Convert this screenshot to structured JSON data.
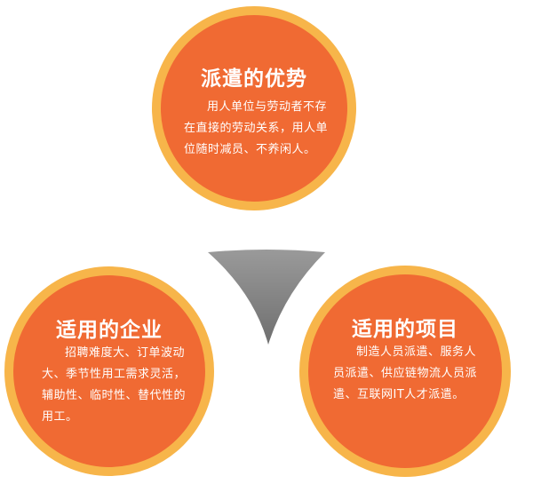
{
  "colors": {
    "bubble_fill": "#f06a33",
    "bubble_ring": "#f7b54a",
    "center_gray": "#8a8a8a",
    "text": "#ffffff"
  },
  "top": {
    "title": "派遣的优势",
    "body": "用人单位与劳动者不存在直接的劳动关系，用人单位随时减员、不养闲人。"
  },
  "left": {
    "title": "适用的企业",
    "body": "招聘难度大、订单波动大、季节性用工需求灵活，辅助性、临时性、替代性的用工。"
  },
  "right": {
    "title": "适用的项目",
    "body": "制造人员派遣、服务人员派遣、供应链物流人员派遣、互联网IT人才派遣。"
  }
}
